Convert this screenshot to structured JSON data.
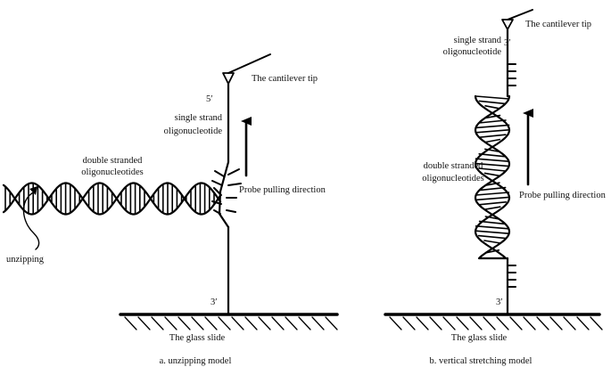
{
  "panel_a": {
    "caption": "a. unzipping model",
    "cantilever_label": "The cantilever tip",
    "prime_5": "5′",
    "prime_3": "3′",
    "single_strand_line1": "single strand",
    "single_strand_line2": "oligonucleotide",
    "double_stranded_line1": "double stranded",
    "double_stranded_line2": "oligonucleotides",
    "pulling_direction": "Probe pulling direction",
    "unzipping_label": "unzipping",
    "slide_label": "The glass slide"
  },
  "panel_b": {
    "caption": "b.  vertical stretching model",
    "cantilever_label": "The cantilever tip",
    "prime_3_top": "3′",
    "prime_3_bottom": "3′",
    "single_strand_line1": "single strand",
    "single_strand_line2": "oligonucleotide",
    "double_stranded_line1": "double stranded",
    "double_stranded_line2": "oligonucleotides",
    "pulling_direction": "Probe pulling direction",
    "slide_label": "The glass slide"
  }
}
